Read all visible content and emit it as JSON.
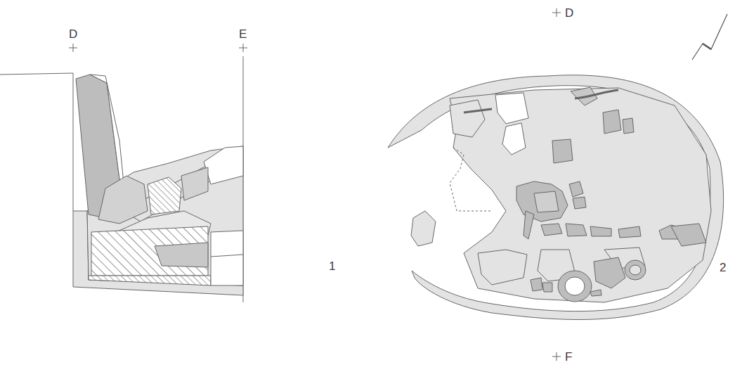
{
  "diagram": {
    "labels": [
      "D",
      "E",
      "1",
      "D",
      "F",
      "2"
    ]
  }
}
